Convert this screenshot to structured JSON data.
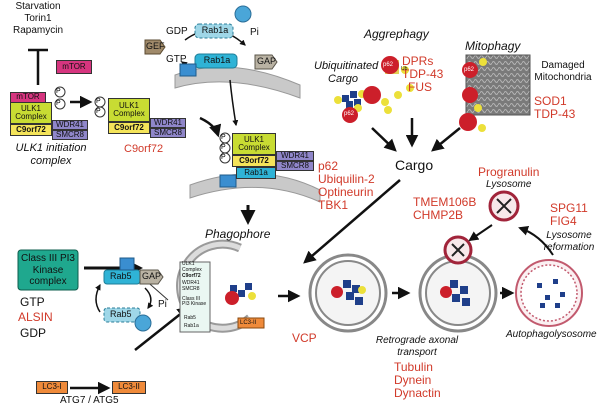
{
  "stimuli": [
    "Starvation",
    "Torin1",
    "Rapamycin"
  ],
  "mtor_label": "mTOR",
  "ulk1": {
    "complex_label": "ULK1 Complex",
    "c9orf72_label": "C9orf72",
    "wdr41_label": "WDR41",
    "smcr8_label": "SMCR8",
    "phospho_label": "P",
    "initiation_caption": "ULK1 initiation complex",
    "c9orf72_caption": "C9orf72"
  },
  "rab1a_cycle": {
    "rab1a_label": "Rab1a",
    "gdp_label": "GDP",
    "gtp_label": "GTP",
    "pi_label": "Pi",
    "gef_label": "GEF",
    "gap_label": "GAP"
  },
  "complex_rab1a_label": "Rab1a",
  "phagophore_label": "Phagophore",
  "aggrephagy_label": "Aggrephagy",
  "mitophagy_label": "Mitophagy",
  "ubiquitinated_cargo_label": "Ubiquitinated Cargo",
  "damaged_mito_label": "Damaged Mitochondria",
  "aggregates_red": [
    "DPRs",
    "TDP-43",
    "FUS"
  ],
  "mito_red": [
    "SOD1",
    "TDP-43"
  ],
  "p62_label": "p62",
  "ub_label": "Ub",
  "cargo_label": "Cargo",
  "receptors": [
    "p62",
    "Ubiquilin-2",
    "Optineurin",
    "TBK1"
  ],
  "pi3k": {
    "complex_label": "Class III PI3 Kinase complex",
    "gtp_label": "GTP",
    "gdp_label": "GDP",
    "alsin_label": "ALSIN",
    "gap_label": "GAP",
    "rab5_label": "Rab5",
    "pi_label": "Pi"
  },
  "lc3": {
    "lc3i_label": "LC3-I",
    "lc3ii_label": "LC3-II",
    "enzymes_caption": "ATG7 / ATG5"
  },
  "phagophore_mini_labels": [
    "ULK1",
    "Complex",
    "C9orf72",
    "WDR41",
    "SMCR8",
    "Class III PI3 Kinase",
    "Rab5",
    "Rab1a",
    "LC3-II"
  ],
  "vcp_label": "VCP",
  "lysosome_proteins": [
    "TMEM106B",
    "CHMP2B"
  ],
  "progranulin_label": "Progranulin",
  "lysosome_label": "Lysosome",
  "spg11_red": [
    "SPG11",
    "FIG4"
  ],
  "lysosome_reformation_label": "Lysosome reformation",
  "retrograde_label": "Retrograde axonal transport",
  "transport_proteins": [
    "Tubulin",
    "Dynein",
    "Dynactin"
  ],
  "autophagolysosome_label": "Autophagolysosome",
  "colors": {
    "red_text": "#d13a2a",
    "mtor": "#d6357f",
    "ulk1": "#c8dc33",
    "c9orf72": "#f4e45a",
    "wdr41": "#8f86c9",
    "rab": "#2fb3d6",
    "pi3k": "#1fa88e",
    "lc3": "#ef8a3a",
    "p62": "#cc1f2a",
    "ub": "#ece03a",
    "cargo": "#1f3f8a",
    "gef": "#a08a6a",
    "gap": "#b9b2a3"
  }
}
